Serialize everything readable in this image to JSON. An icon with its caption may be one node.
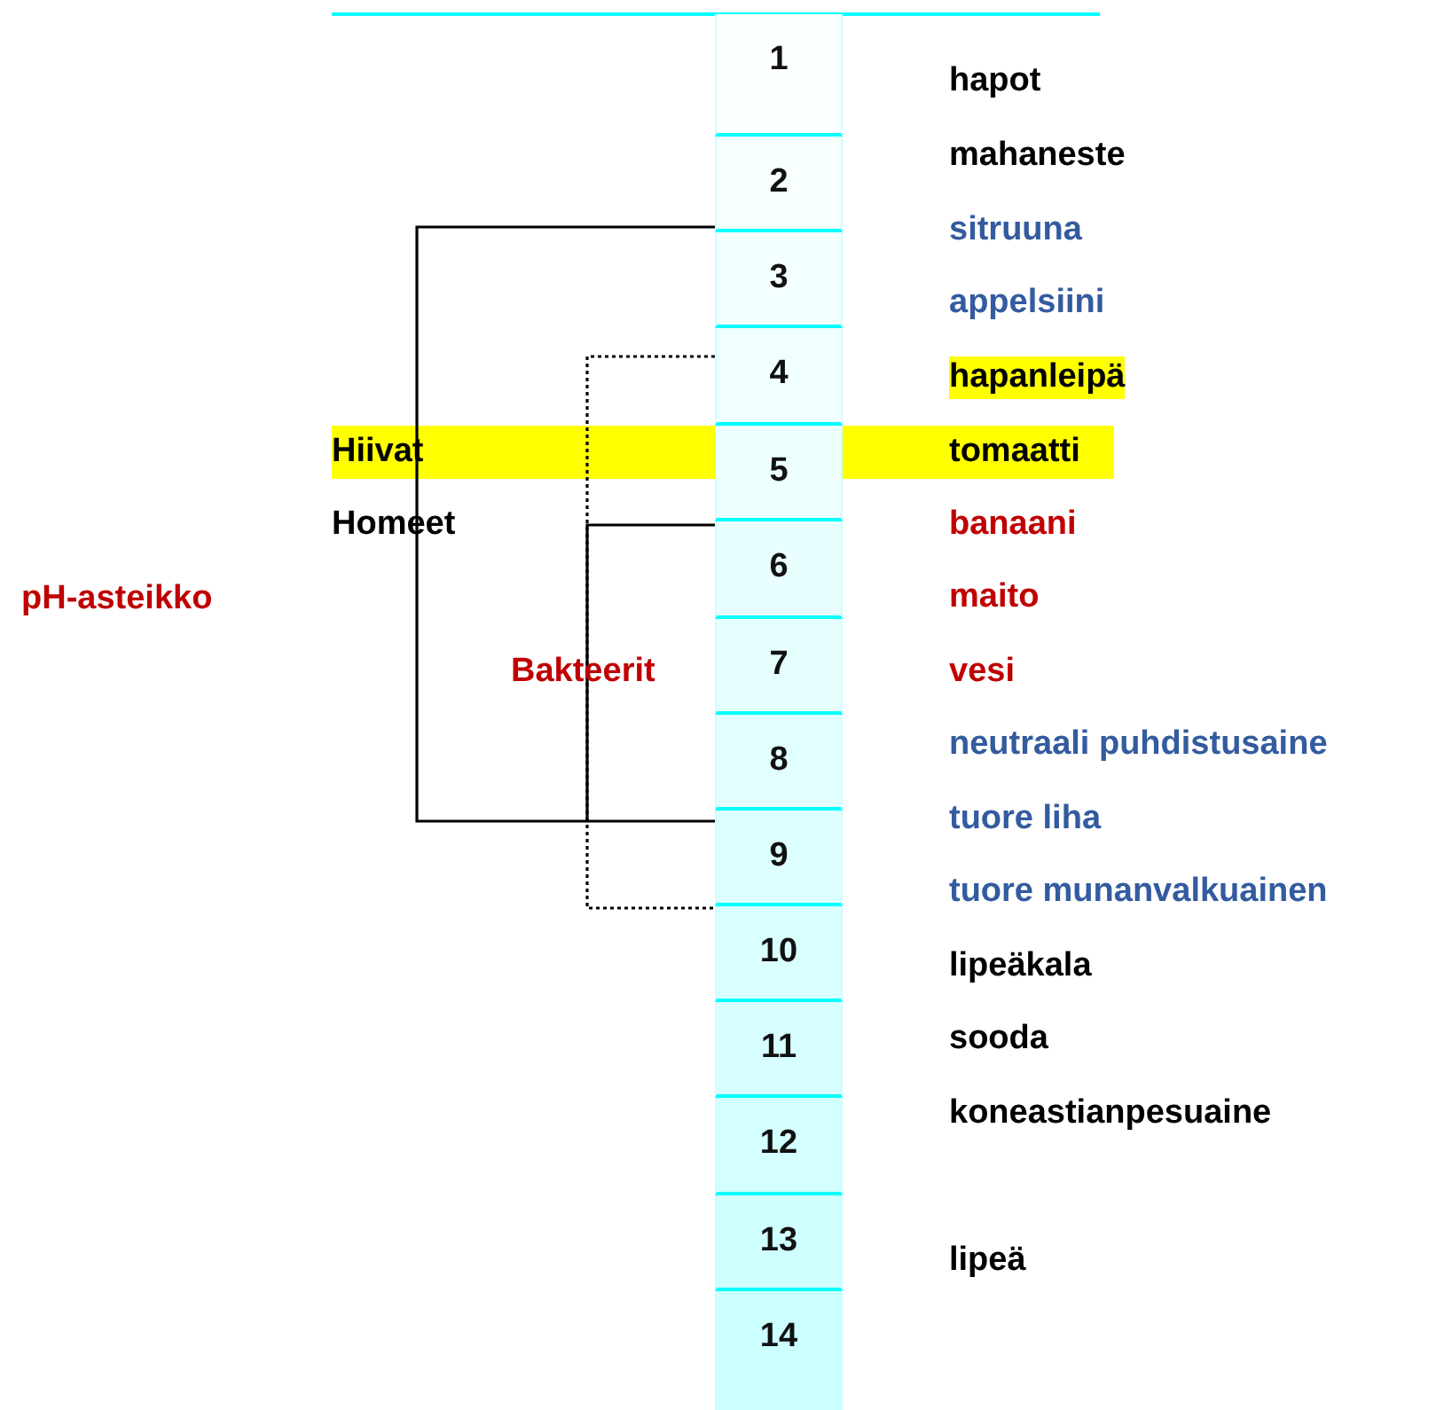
{
  "diagram": {
    "nodes": [
      {
        "text": [
          "1"
        ]
      },
      {
        "text": [
          "2"
        ]
      },
      {
        "text": [
          "3"
        ]
      },
      {
        "text": [
          "4"
        ]
      },
      {
        "text": [
          "5"
        ]
      },
      {
        "text": [
          "6"
        ]
      },
      {
        "text": [
          "7"
        ]
      },
      {
        "text": [
          "8"
        ]
      },
      {
        "text": [
          "9"
        ]
      },
      {
        "text": [
          "10"
        ]
      },
      {
        "text": [
          "11"
        ]
      },
      {
        "text": [
          "12"
        ]
      },
      {
        "text": [
          "13"
        ]
      },
      {
        "text": [
          "14"
        ]
      }
    ],
    "labels": [
      "hapot",
      "mahaneste",
      "sitruuna",
      "appelsiini",
      "hapanleipä",
      "Hiivat",
      "tomaatti",
      "Homeet",
      "banaani",
      "pH-asteikko",
      "maito",
      "Bakteerit",
      "vesi",
      "neutraali puhdistusaine",
      "tuore liha",
      "tuore munanvalkuainen",
      "lipeäkala",
      "sooda",
      "koneastianpesuaine",
      "lipeä"
    ]
  }
}
